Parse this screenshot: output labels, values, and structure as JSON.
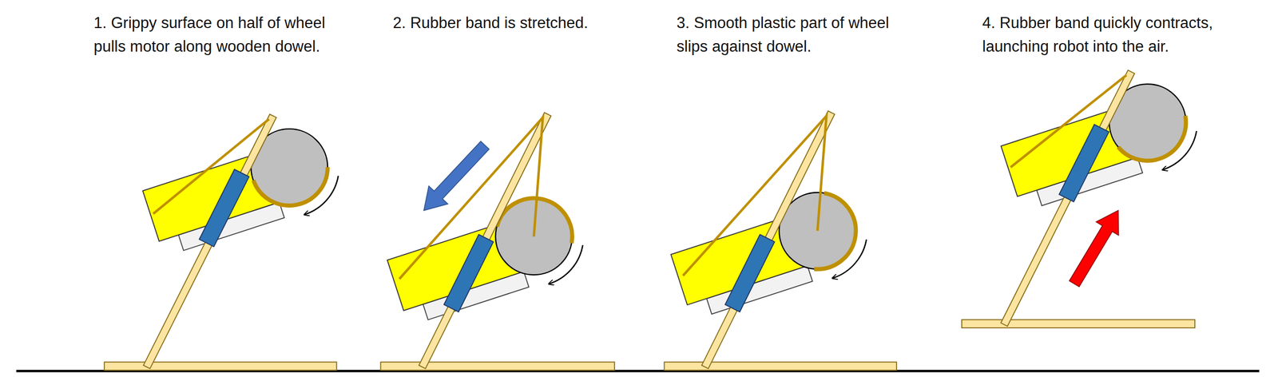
{
  "diagram": {
    "labels": [
      "1. Grippy surface on half of wheel pulls motor along wooden dowel.",
      "2. Rubber band is stretched.",
      "3. Smooth plastic part of wheel slips against dowel.",
      "4. Rubber band quickly contracts, launching robot into the air."
    ]
  }
}
